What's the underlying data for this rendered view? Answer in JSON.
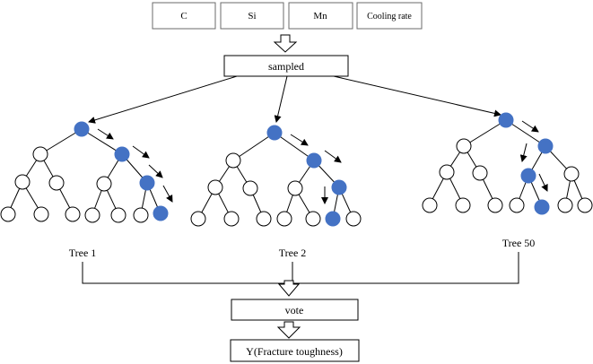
{
  "inputs": {
    "items": [
      {
        "label": "C"
      },
      {
        "label": "Si"
      },
      {
        "label": "Mn"
      },
      {
        "label": "Cooling rate"
      }
    ]
  },
  "sampled": {
    "label": "sampled"
  },
  "trees": {
    "items": [
      {
        "label": "Tree 1"
      },
      {
        "label": "Tree 2"
      },
      {
        "label": "Tree 50"
      }
    ]
  },
  "vote": {
    "label": "vote"
  },
  "output": {
    "label": "Y(Fracture toughness)"
  },
  "colors": {
    "highlight_node": "#4472c4",
    "normal_node": "#ffffff",
    "line": "#000000"
  }
}
